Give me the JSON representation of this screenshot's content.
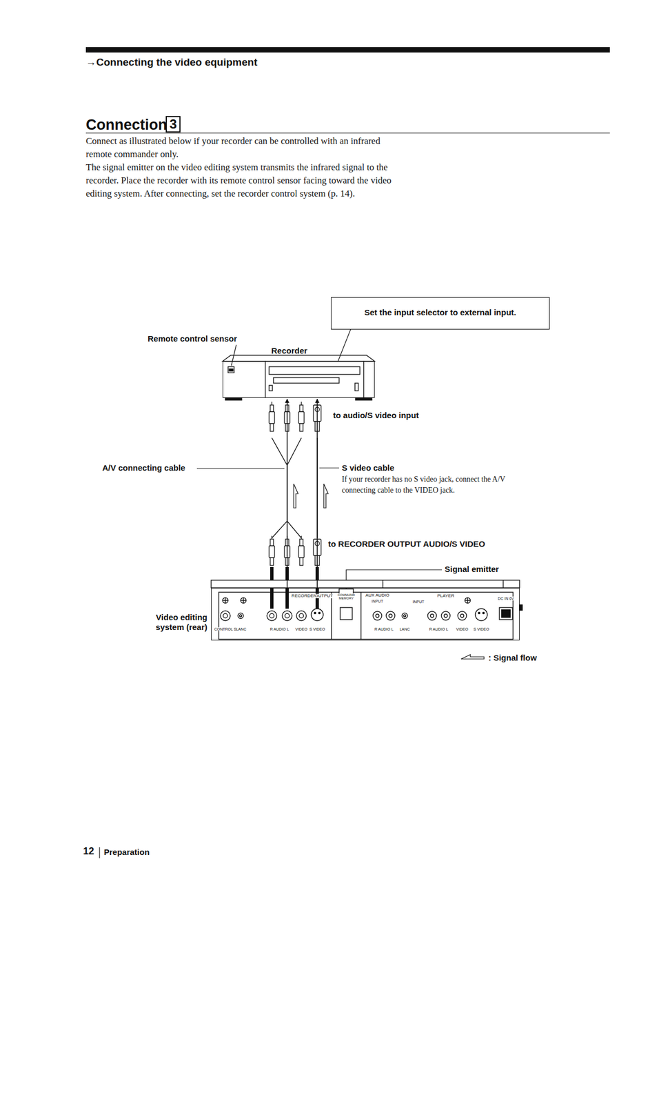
{
  "diagram": {
    "title": "→Connecting the video equipment",
    "nodes": [
      {
        "text": [
          "Recorder"
        ]
      },
      {
        "text": [
          "Video editing system (rear)"
        ]
      },
      {
        "text": [
          "Set the input selector to external input."
        ]
      }
    ],
    "edges": [
      {
        "from": 1,
        "to": 0,
        "arrow": "to"
      },
      {
        "from": 1,
        "to": 0,
        "arrow": "to"
      },
      {
        "from": 2,
        "to": 0,
        "arrow": "none"
      }
    ],
    "labels": [
      "Connection",
      "3",
      "Connect as illustrated below if your recorder can be controlled with an infrared remote commander only.",
      "The signal emitter on the video editing system transmits the infrared signal to the recorder. Place the recorder with its remote control sensor facing toward the video editing system. After connecting, set the recorder control system (p. 14).",
      "Remote control sensor",
      "to audio/S video input",
      "A/V connecting cable",
      "S video cable",
      "If your recorder has no S video jack, connect the A/V connecting cable to the VIDEO jack.",
      "to RECORDER OUTPUT AUDIO/S VIDEO",
      "Signal emitter",
      "RECORDER",
      "OUTPUT",
      "COMMAND MEMORY",
      "AUX AUDIO",
      "INPUT",
      "PLAYER",
      "INPUT",
      "DC IN 6V",
      "CONTROL S",
      "LANC",
      "R AUDIO L",
      "VIDEO",
      "S VIDEO",
      "R AUDIO L",
      "LANC",
      "R AUDIO L",
      "VIDEO",
      "S VIDEO",
      "12",
      "Preparation"
    ],
    "legend": [
      {
        "text": ": Signal flow"
      }
    ]
  }
}
